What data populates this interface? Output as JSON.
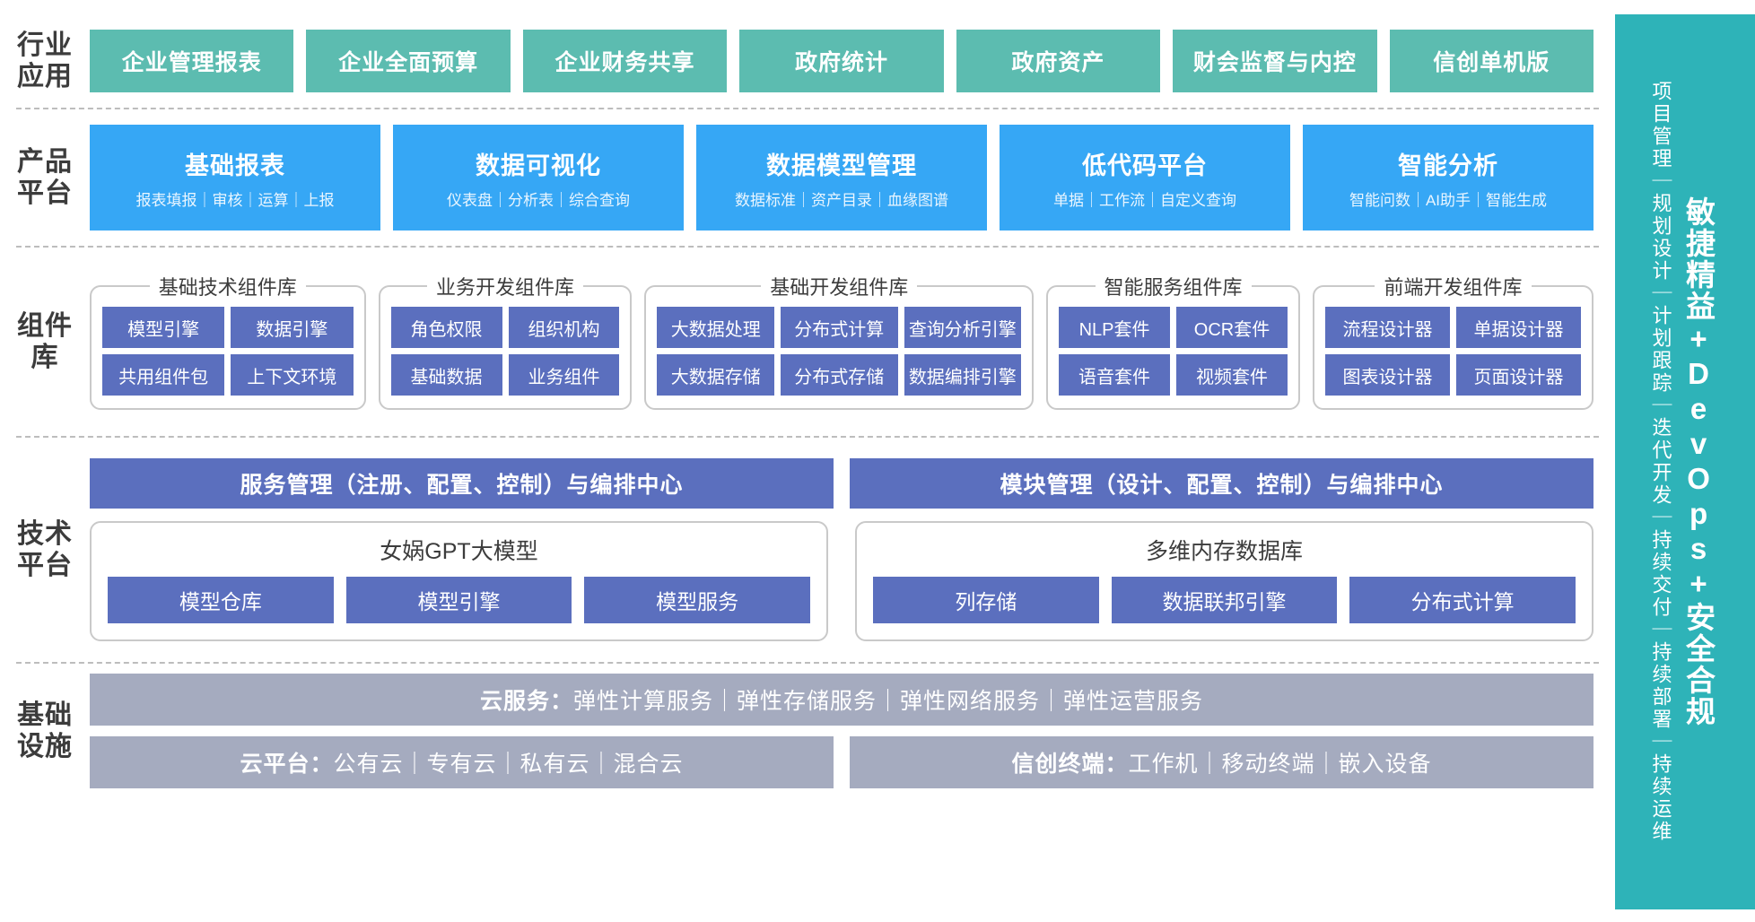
{
  "bands": {
    "industry": {
      "label": "行业\n应用"
    },
    "product": {
      "label": "产品\n平台"
    },
    "component": {
      "label": "组件\n库"
    },
    "tech": {
      "label": "技术\n平台"
    },
    "infra": {
      "label": "基础\n设施"
    }
  },
  "industry_apps": [
    {
      "label": "企业管理报表"
    },
    {
      "label": "企业全面预算"
    },
    {
      "label": "企业财务共享"
    },
    {
      "label": "政府统计"
    },
    {
      "label": "政府资产"
    },
    {
      "label": "财会监督与内控"
    },
    {
      "label": "信创单机版"
    }
  ],
  "product_platform": [
    {
      "title": "基础报表",
      "subtitle": "报表填报｜审核｜运算｜上报"
    },
    {
      "title": "数据可视化",
      "subtitle": "仪表盘｜分析表｜综合查询"
    },
    {
      "title": "数据模型管理",
      "subtitle": "数据标准｜资产目录｜血缘图谱"
    },
    {
      "title": "低代码平台",
      "subtitle": "单据｜工作流｜自定义查询"
    },
    {
      "title": "智能分析",
      "subtitle": "智能问数｜AI助手｜智能生成"
    }
  ],
  "component_libraries": [
    {
      "title": "基础技术组件库",
      "rows": [
        [
          "模型引擎",
          "数据引擎"
        ],
        [
          "共用组件包",
          "上下文环境"
        ]
      ]
    },
    {
      "title": "业务开发组件库",
      "rows": [
        [
          "角色权限",
          "组织机构"
        ],
        [
          "基础数据",
          "业务组件"
        ]
      ]
    },
    {
      "title": "基础开发组件库",
      "rows": [
        [
          "大数据处理",
          "分布式计算",
          "查询分析引擎"
        ],
        [
          "大数据存储",
          "分布式存储",
          "数据编排引擎"
        ]
      ]
    },
    {
      "title": "智能服务组件库",
      "rows": [
        [
          "NLP套件",
          "OCR套件"
        ],
        [
          "语音套件",
          "视频套件"
        ]
      ]
    },
    {
      "title": "前端开发组件库",
      "rows": [
        [
          "流程设计器",
          "单据设计器"
        ],
        [
          "图表设计器",
          "页面设计器"
        ]
      ]
    }
  ],
  "tech_platform": {
    "management_bars": [
      {
        "label": "服务管理（注册、配置、控制）与编排中心"
      },
      {
        "label": "模块管理（设计、配置、控制）与编排中心"
      }
    ],
    "groups": [
      {
        "title": "女娲GPT大模型",
        "items": [
          "模型仓库",
          "模型引擎",
          "模型服务"
        ]
      },
      {
        "title": "多维内存数据库",
        "items": [
          "列存储",
          "数据联邦引擎",
          "分布式计算"
        ]
      }
    ]
  },
  "infrastructure": {
    "cloud_service": {
      "prefix": "云服务：",
      "body": "弹性计算服务｜弹性存储服务｜弹性网络服务｜弹性运营服务"
    },
    "cloud_platform": {
      "prefix": "云平台：",
      "body": "公有云｜专有云｜私有云｜混合云"
    },
    "xc_terminal": {
      "prefix": "信创终端：",
      "body": "工作机｜移动终端｜嵌入设备"
    }
  },
  "side_banner": {
    "small_text": "项目管理｜规划设计｜计划跟踪｜迭代开发｜持续交付｜持续部署｜持续运维",
    "big_text": "敏捷精益+DevOps+安全合规"
  },
  "colors": {
    "industry": "#5cbcb0",
    "product": "#36a7f5",
    "component": "#5b6fbe",
    "tech": "#5b6fbe",
    "infra": "#a5abbf",
    "banner": "#2eb3b8"
  }
}
